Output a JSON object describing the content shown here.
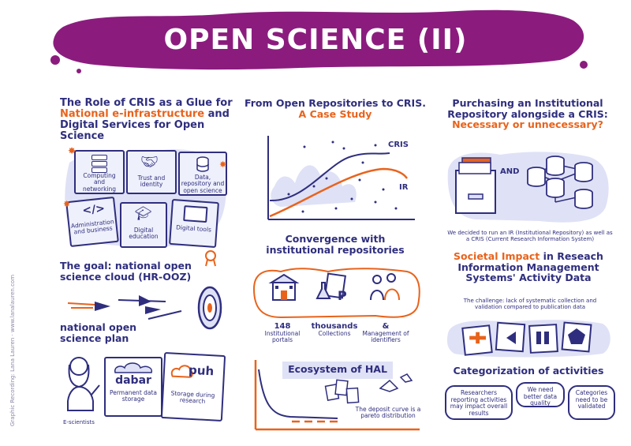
{
  "title": "OPEN SCIENCE (II)",
  "credit": "Graphic Recording: Lana Lauren · www.lanalauren.com",
  "left": {
    "heading_line1": "The Role of CRIS as a Glue for",
    "heading_highlight": "National e-infrastructure",
    "heading_and": "and",
    "heading_line3": "Digital Services for Open Science",
    "cards": {
      "computing": "Computing and networking",
      "trust": "Trust and identity",
      "data": "Data, repository and open science",
      "admin": "Administration and business",
      "education": "Digital education",
      "tools": "Digital tools"
    },
    "goal": "The goal: national open science cloud (HR-OOZ)",
    "plan": "national open science plan",
    "escientists": "E-scientists",
    "dabar_logo": "dabar",
    "dabar_caption": "Permanent data storage",
    "puh_logo": "puh",
    "puh_caption": "Storage during research"
  },
  "middle": {
    "heading": "From Open Repositories to CRIS.",
    "heading_highlight": "A Case Study",
    "cris_label": "CRIS",
    "ir_label": "IR",
    "convergence": "Convergence with institutional repositories",
    "stats": [
      {
        "value": "148",
        "label": "Institutional portals"
      },
      {
        "value": "thousands",
        "label": "Collections"
      },
      {
        "value": "&",
        "label": "Management of identifiers"
      }
    ],
    "hal_heading": "Ecosystem of HAL",
    "deposit_note": "The deposit curve is a pareto distribution"
  },
  "right": {
    "heading": "Purchasing an Institutional Repository alongside a CRIS:",
    "heading_highlight": "Necessary or unnecessary?",
    "and_label": "AND",
    "decision": "We decided to run an IR (Institutional Repository) as well as a CRIS (Current Research Information System)",
    "impact_highlight": "Societal Impact",
    "impact_rest": "in Reseach Information Management Systems' Activity Data",
    "challenge": "The challenge: lack of systematic collection and validation compared to publication data",
    "categorization": "Categorization of activities",
    "bubbles": [
      "Researchers reporting activities may impact overall results",
      "We need better data quality",
      "Categories need to be validated"
    ]
  },
  "colors": {
    "navy": "#2f2e7e",
    "orange": "#e8631c",
    "purple": "#8b1c7e",
    "lavender": "#dfe1f6"
  }
}
